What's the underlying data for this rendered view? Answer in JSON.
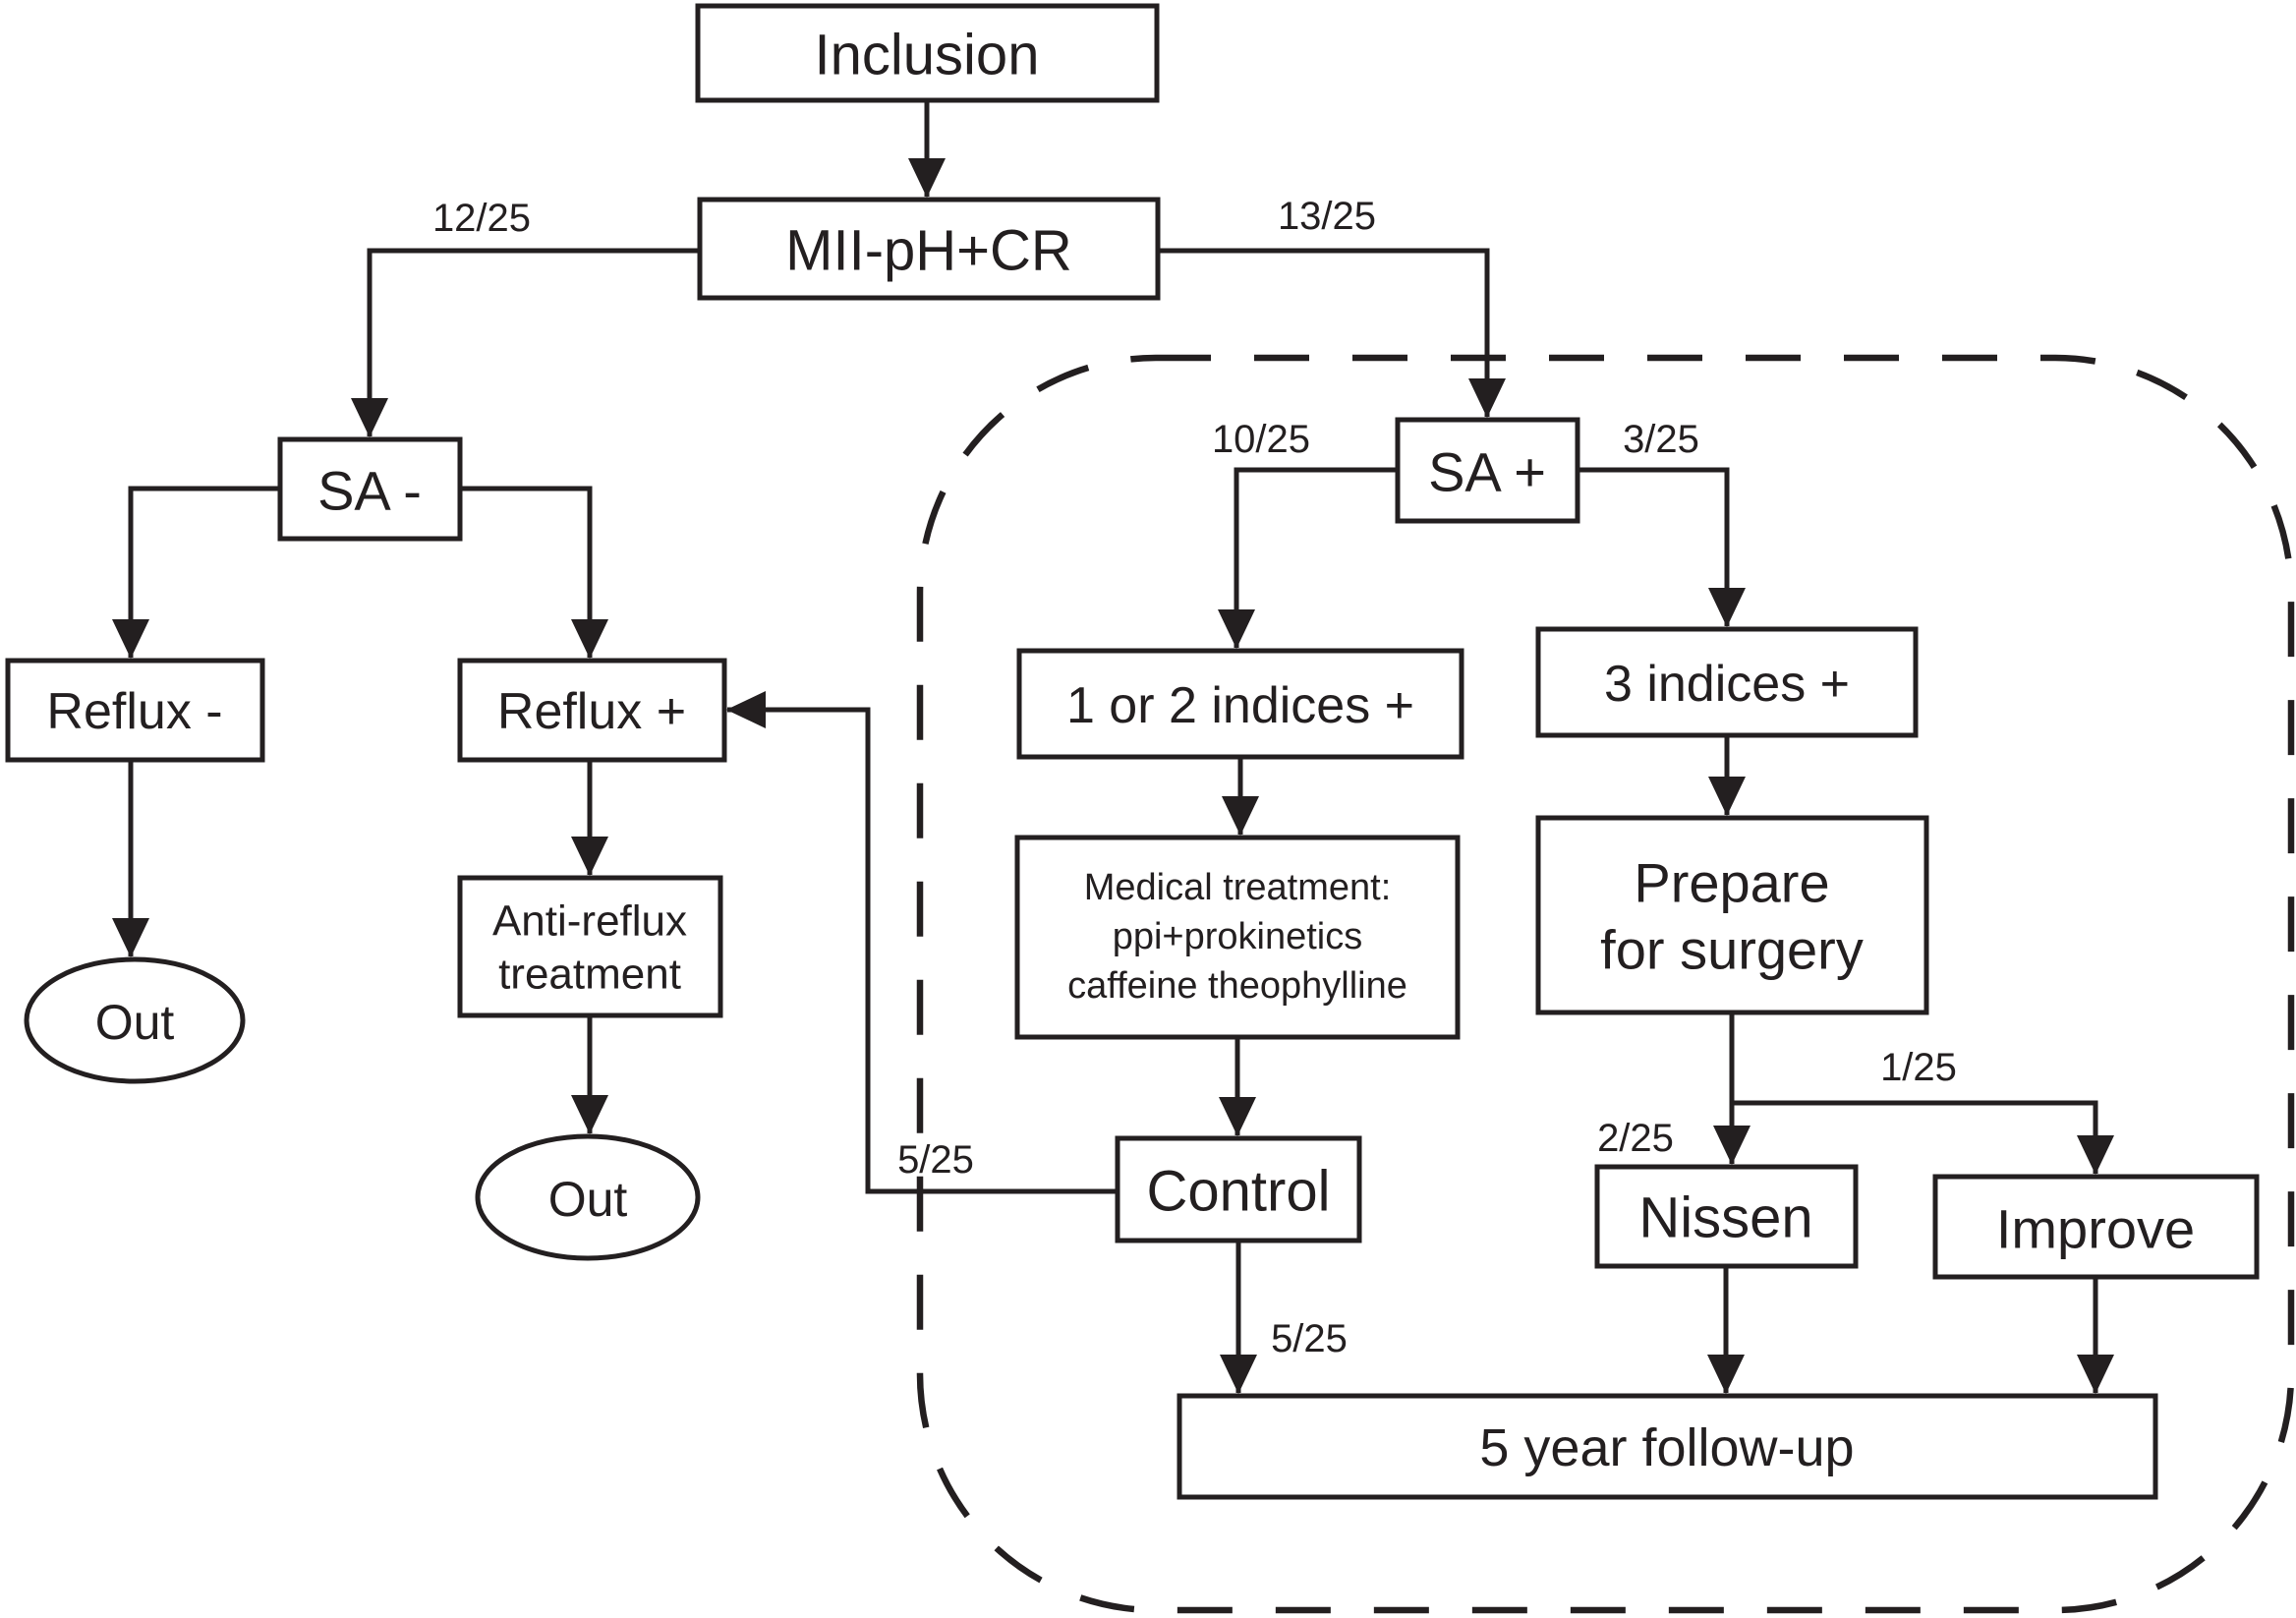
{
  "diagram": {
    "background_color": "#ffffff",
    "line_color": "#231f20",
    "box_fill_color": "#ffffff",
    "nodes": {
      "inclusion": {
        "label": "Inclusion",
        "shape": "rect"
      },
      "mii_ph_cr": {
        "label": "MII-pH+CR",
        "shape": "rect"
      },
      "sa_minus": {
        "label": "SA -",
        "shape": "rect"
      },
      "sa_plus": {
        "label": "SA +",
        "shape": "rect"
      },
      "reflux_minus": {
        "label": "Reflux -",
        "shape": "rect"
      },
      "reflux_plus": {
        "label": "Reflux +",
        "shape": "rect"
      },
      "out_left": {
        "label": "Out",
        "shape": "ellipse"
      },
      "anti_reflux": {
        "lines": [
          "Anti-reflux",
          "treatment"
        ],
        "shape": "rect"
      },
      "out_center": {
        "label": "Out",
        "shape": "ellipse"
      },
      "indices_1or2": {
        "label": "1 or 2 indices +",
        "shape": "rect"
      },
      "indices_3": {
        "label": "3 indices +",
        "shape": "rect"
      },
      "medical_treatment": {
        "lines": [
          "Medical treatment:",
          "ppi+prokinetics",
          "caffeine theophylline"
        ],
        "shape": "rect"
      },
      "prepare_surgery": {
        "lines": [
          "Prepare",
          "for surgery"
        ],
        "shape": "rect"
      },
      "control": {
        "label": "Control",
        "shape": "rect"
      },
      "nissen": {
        "label": "Nissen",
        "shape": "rect"
      },
      "improve": {
        "label": "Improve",
        "shape": "rect"
      },
      "followup": {
        "label": "5 year follow-up",
        "shape": "rect"
      }
    },
    "edge_labels": {
      "mii_to_sa_minus": "12/25",
      "mii_to_sa_plus": "13/25",
      "sa_plus_to_indices_1or2": "10/25",
      "sa_plus_to_indices_3": "3/25",
      "control_to_reflux_plus": "5/25",
      "control_to_followup": "5/25",
      "prepare_to_nissen": "2/25",
      "prepare_to_improve": "1/25"
    }
  }
}
